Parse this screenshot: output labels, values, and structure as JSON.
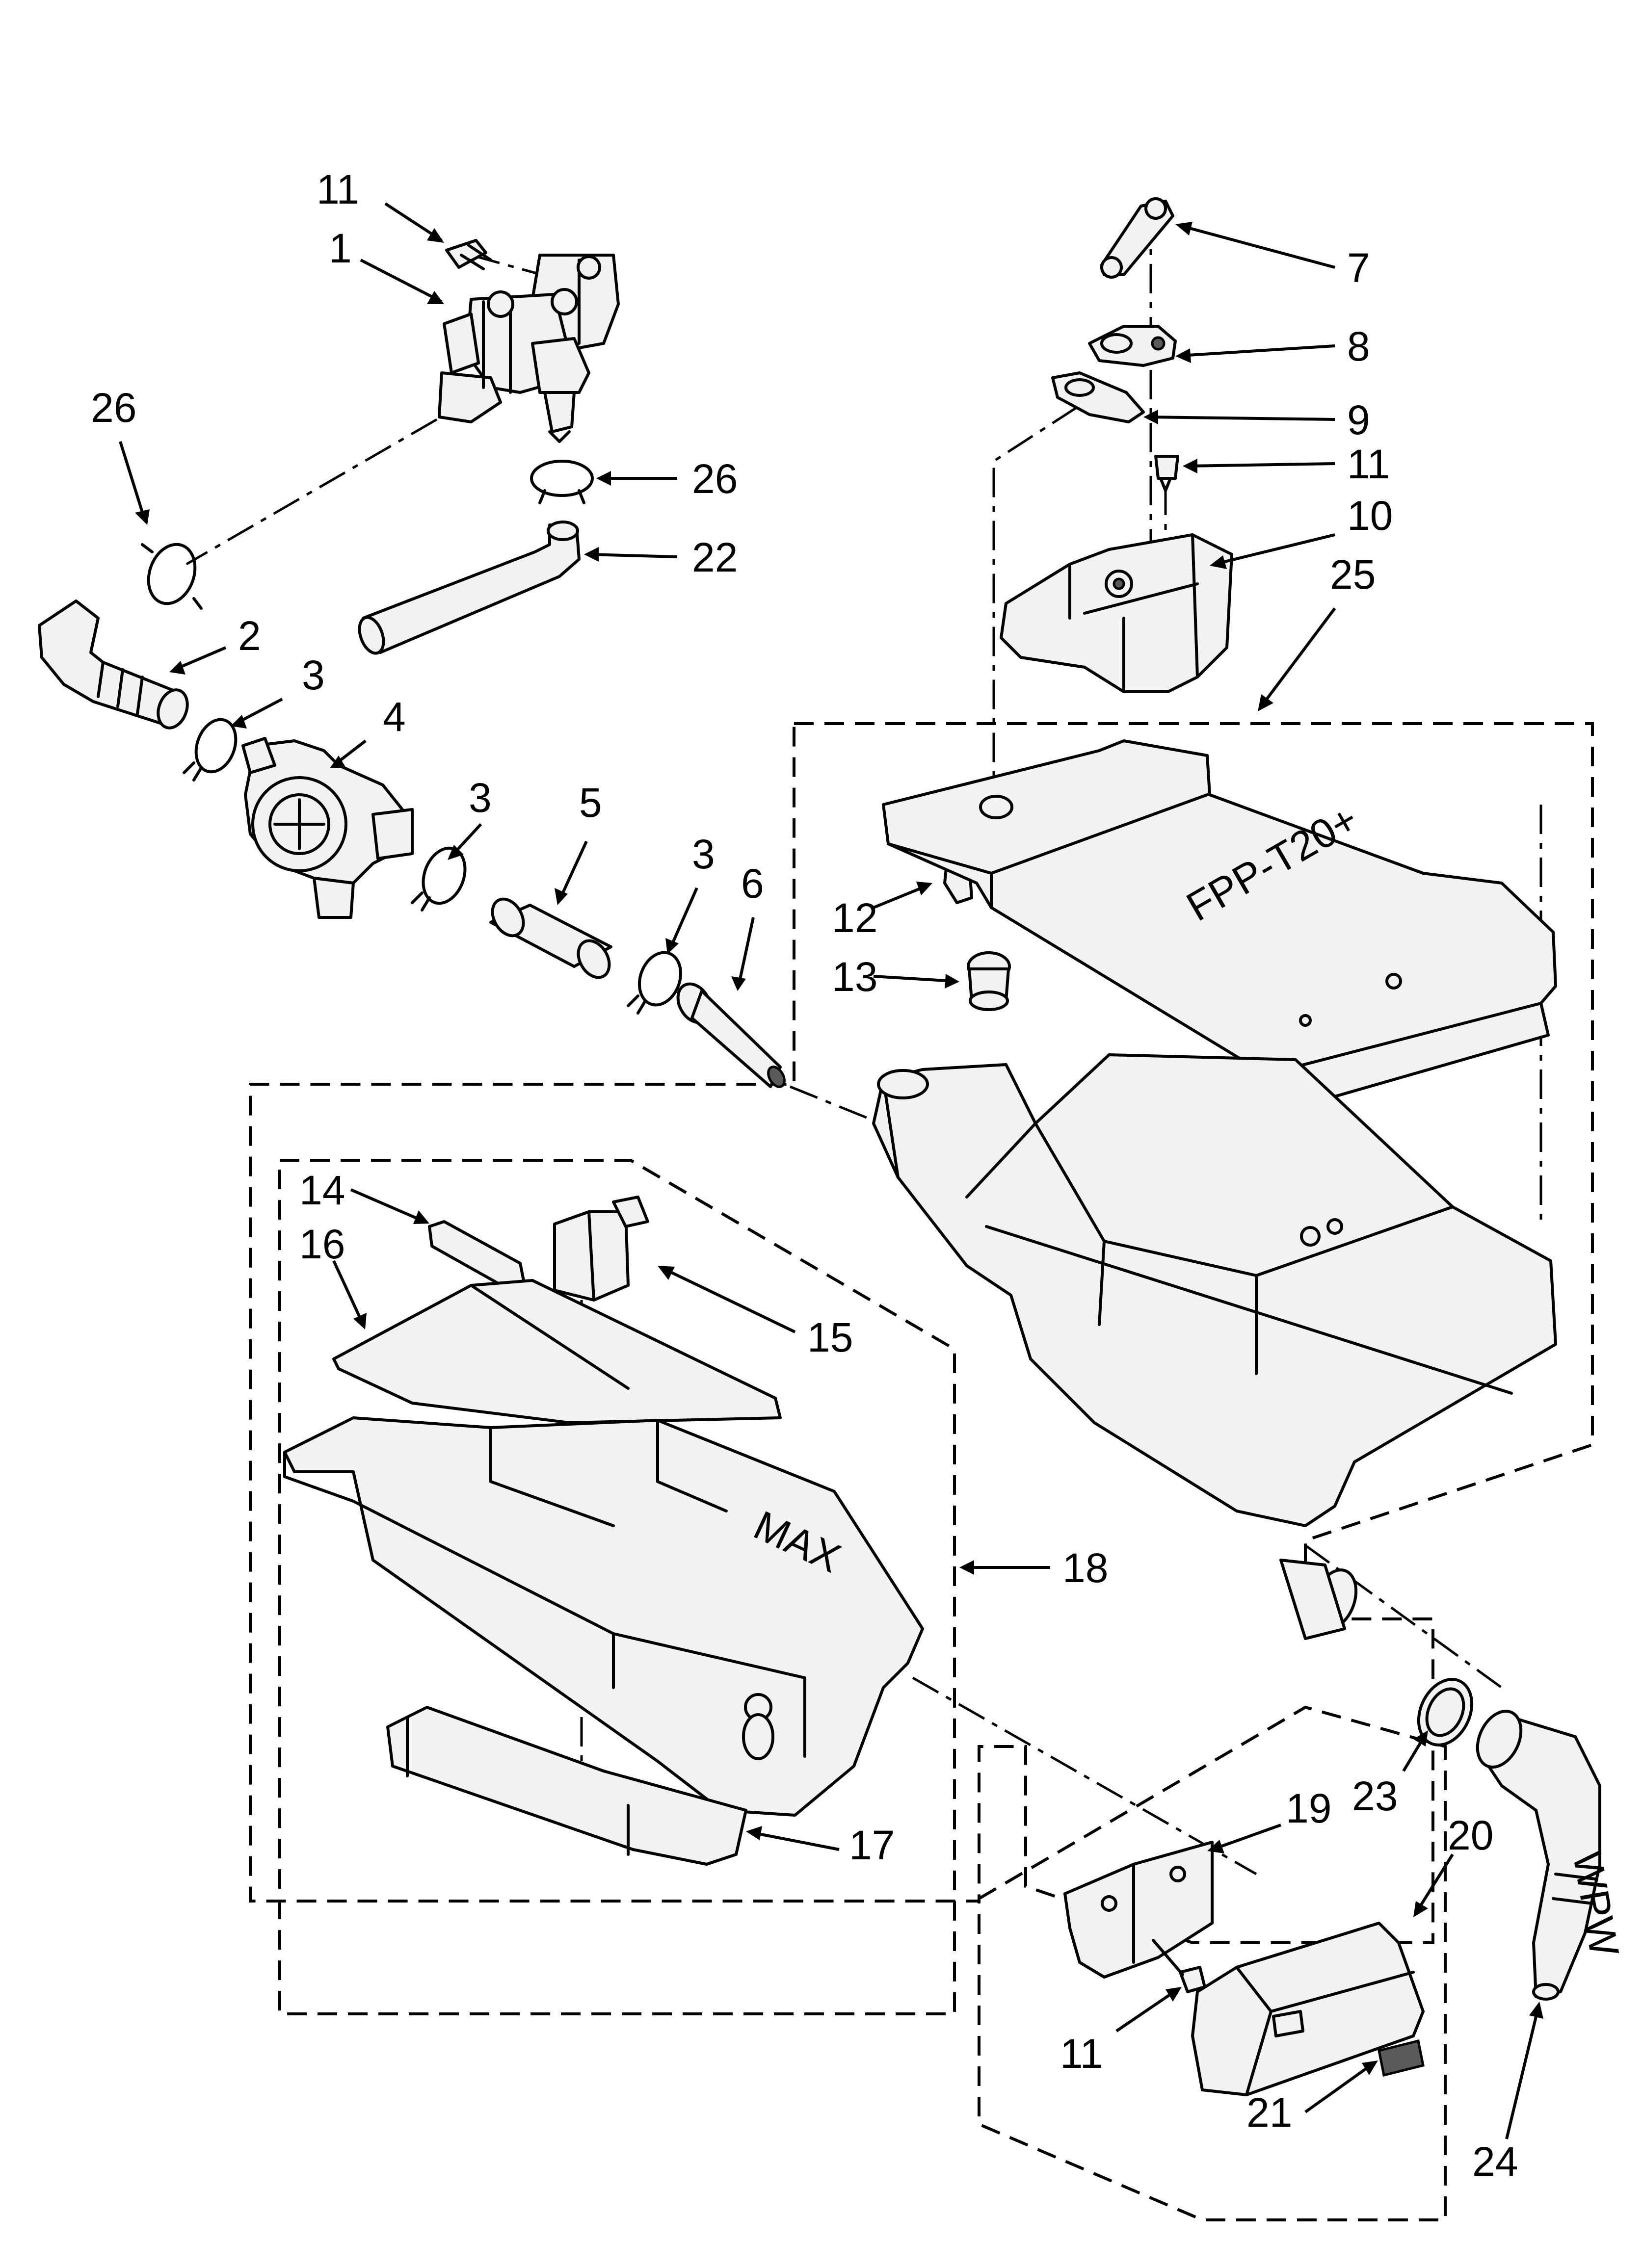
{
  "callouts": [
    {
      "id": "c11a",
      "text": "11"
    },
    {
      "id": "c1",
      "text": "1"
    },
    {
      "id": "c26a",
      "text": "26"
    },
    {
      "id": "c26b",
      "text": "26"
    },
    {
      "id": "c22",
      "text": "22"
    },
    {
      "id": "c2",
      "text": "2"
    },
    {
      "id": "c3a",
      "text": "3"
    },
    {
      "id": "c4",
      "text": "4"
    },
    {
      "id": "c3b",
      "text": "3"
    },
    {
      "id": "c5",
      "text": "5"
    },
    {
      "id": "c3c",
      "text": "3"
    },
    {
      "id": "c6",
      "text": "6"
    },
    {
      "id": "c7",
      "text": "7"
    },
    {
      "id": "c8",
      "text": "8"
    },
    {
      "id": "c9",
      "text": "9"
    },
    {
      "id": "c11b",
      "text": "11"
    },
    {
      "id": "c10",
      "text": "10"
    },
    {
      "id": "c25",
      "text": "25"
    },
    {
      "id": "c12",
      "text": "12"
    },
    {
      "id": "c13",
      "text": "13"
    },
    {
      "id": "c14",
      "text": "14"
    },
    {
      "id": "c16",
      "text": "16"
    },
    {
      "id": "c15",
      "text": "15"
    },
    {
      "id": "c18",
      "text": "18"
    },
    {
      "id": "c17",
      "text": "17"
    },
    {
      "id": "c19",
      "text": "19"
    },
    {
      "id": "c23",
      "text": "23"
    },
    {
      "id": "c20",
      "text": "20"
    },
    {
      "id": "c24",
      "text": "24"
    },
    {
      "id": "c11c",
      "text": "11"
    },
    {
      "id": "c21",
      "text": "21"
    }
  ],
  "housing_print": {
    "lid_text": "FPP-T20+",
    "pump_text": "WPW",
    "dispenser_max": "MAX"
  }
}
